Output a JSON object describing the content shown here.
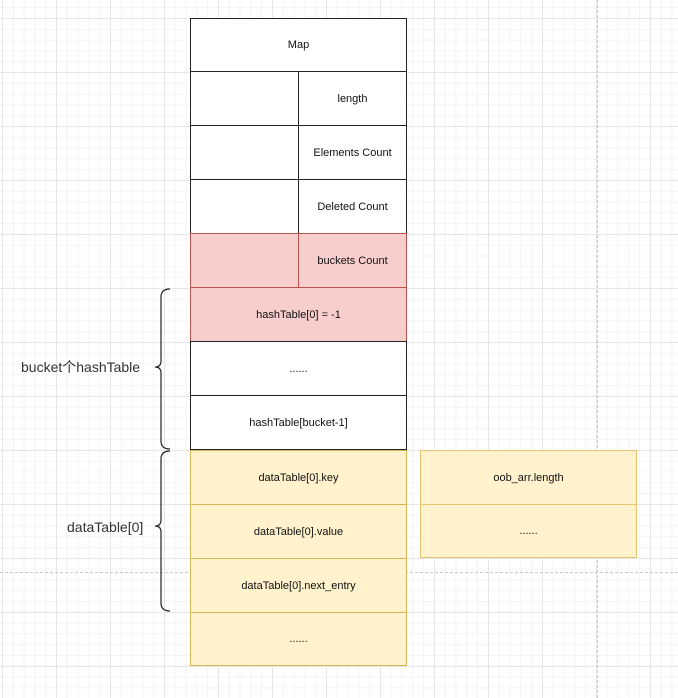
{
  "map_header": "Map",
  "fields": {
    "length": "length",
    "elements_count": "Elements Count",
    "deleted_count": "Deleted Count",
    "buckets_count": "buckets Count"
  },
  "hash_table": {
    "first": "hashTable[0] = -1",
    "ellipsis": "......",
    "last": "hashTable[bucket-1]"
  },
  "data_table": {
    "key": "dataTable[0].key",
    "value": "dataTable[0].value",
    "next_entry": "dataTable[0].next_entry",
    "ellipsis": "......"
  },
  "oob_array": {
    "length": "oob_arr.length",
    "ellipsis": "......"
  },
  "labels": {
    "hash_table_group": "bucket个hashTable",
    "data_table_group": "dataTable[0]"
  },
  "colors": {
    "red_fill": "#f8cecc",
    "red_stroke": "#b85450",
    "yellow_fill": "#fff2cc",
    "yellow_stroke": "#d6b656"
  }
}
